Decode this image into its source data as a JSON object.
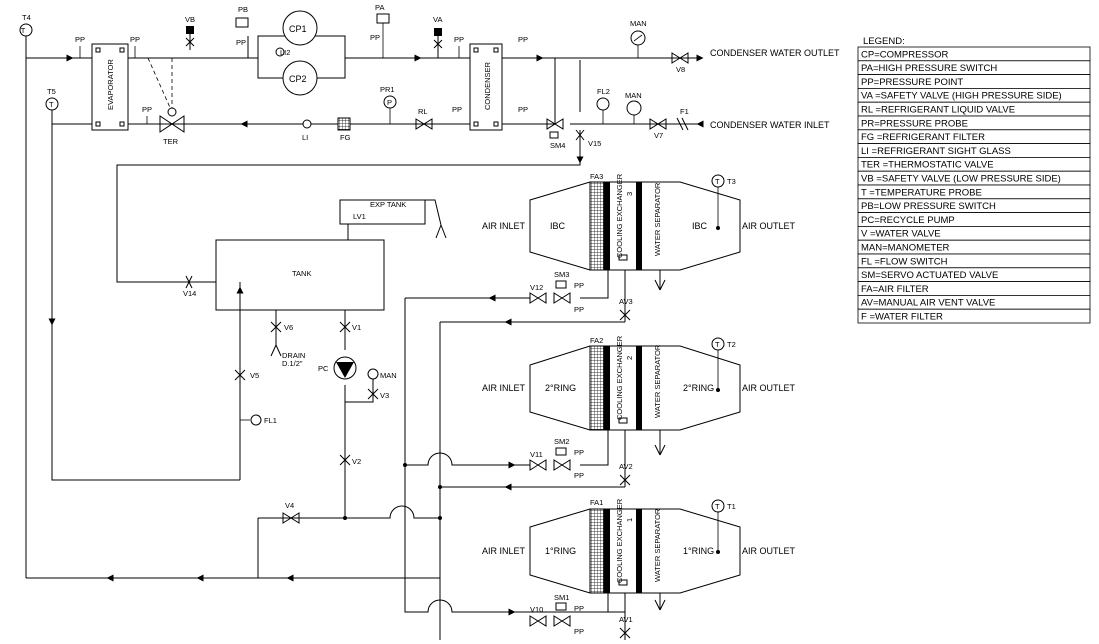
{
  "outlets": {
    "condenser_water_outlet": "CONDENSER WATER OUTLET",
    "condenser_water_inlet": "CONDENSER WATER INLET"
  },
  "components": {
    "evaporator": "EVAPORATOR",
    "condenser": "CONDENSER",
    "cp1": "CP1",
    "cp2": "CP2",
    "li2": "LI2",
    "tank": "TANK",
    "exp_tank": "EXP TANK",
    "lv1": "LV1",
    "drain": "DRAIN",
    "drain_size": "D.1/2\"",
    "pc": "PC",
    "ter": "TER",
    "fg": "FG",
    "li": "LI"
  },
  "tags": {
    "T4": "T4",
    "T5": "T5",
    "T3": "T3",
    "T2": "T2",
    "T1": "T1",
    "VB": "VB",
    "PB": "PB",
    "PA": "PA",
    "VA": "VA",
    "MAN": "MAN",
    "PP": "PP",
    "PR1": "PR1",
    "RL": "RL",
    "V8": "V8",
    "V7": "V7",
    "F1": "F1",
    "FL2": "FL2",
    "SM4": "SM4",
    "V15": "V15",
    "V14": "V14",
    "V6": "V6",
    "V1": "V1",
    "V5": "V5",
    "V3": "V3",
    "V2": "V2",
    "V4": "V4",
    "FL1": "FL1",
    "V12": "V12",
    "SM3": "SM3",
    "AV3": "AV3",
    "V11": "V11",
    "SM2": "SM2",
    "AV2": "AV2",
    "V10": "V10",
    "SM1": "SM1",
    "AV1": "AV1",
    "FA3": "FA3",
    "FA2": "FA2",
    "FA1": "FA1"
  },
  "units": [
    {
      "air_inlet": "AIR INLET",
      "name_left": "IBC",
      "name_right": "IBC",
      "exchanger": "COOLING EXCHANGER",
      "num": "3",
      "separator": "WATER SEPARATOR",
      "air_outlet": "AIR OUTLET"
    },
    {
      "air_inlet": "AIR INLET",
      "name_left": "2°RING",
      "name_right": "2°RING",
      "exchanger": "COOLING EXCHANGER",
      "num": "2",
      "separator": "WATER SEPARATOR",
      "air_outlet": "AIR OUTLET"
    },
    {
      "air_inlet": "AIR INLET",
      "name_left": "1°RING",
      "name_right": "1°RING",
      "exchanger": "COOLING EXCHANGER",
      "num": "1",
      "separator": "WATER SEPARATOR",
      "air_outlet": "AIR OUTLET"
    }
  ],
  "legend": {
    "title": "LEGEND:",
    "items": [
      "CP=COMPRESSOR",
      "PA=HIGH PRESSURE SWITCH",
      "PP=PRESSURE POINT",
      "VA =SAFETY VALVE (HIGH PRESSURE SIDE)",
      "RL =REFRIGERANT LIQUID VALVE",
      "PR=PRESSURE PROBE",
      "FG =REFRIGERANT FILTER",
      "LI =REFRIGERANT SIGHT GLASS",
      "TER =THERMOSTATIC VALVE",
      "VB =SAFETY VALVE (LOW PRESSURE SIDE)",
      "T =TEMPERATURE PROBE",
      "PB=LOW PRESSURE SWITCH",
      "PC=RECYCLE PUMP",
      "V =WATER VALVE",
      "MAN=MANOMETER",
      "FL =FLOW SWITCH",
      "SM=SERVO ACTUATED VALVE",
      "FA=AIR FILTER",
      "AV=MANUAL AIR VENT VALVE",
      "F =WATER FILTER"
    ]
  }
}
